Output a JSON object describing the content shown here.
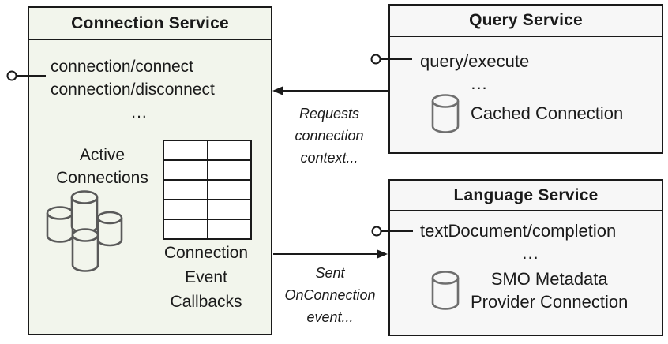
{
  "connection_service": {
    "title": "Connection Service",
    "method_1": "connection/connect",
    "method_2": "connection/disconnect",
    "ellipsis": "...",
    "active_label_line_1": "Active",
    "active_label_line_2": "Connections",
    "callbacks_line_1": "Connection",
    "callbacks_line_2": "Event",
    "callbacks_line_3": "Callbacks"
  },
  "query_service": {
    "title": "Query Service",
    "method_1": "query/execute",
    "ellipsis": "...",
    "cached_connection_label": "Cached Connection"
  },
  "language_service": {
    "title": "Language Service",
    "method_1": "textDocument/completion",
    "ellipsis": "...",
    "smo_line_1": "SMO Metadata",
    "smo_line_2": "Provider Connection"
  },
  "arrows": {
    "requests_label_line_1": "Requests",
    "requests_label_line_2": "connection",
    "requests_label_line_3": "context...",
    "sent_label_line_1": "Sent",
    "sent_label_line_2": "OnConnection",
    "sent_label_line_3": "event..."
  },
  "icons": {
    "connection_cluster": "connection-cylinders-icon",
    "database_cylinder": "database-cylinder-icon",
    "callbacks_table": "callbacks-table-icon",
    "interface_lollipop": "interface-lollipop-icon",
    "arrow": "arrow-connector-icon"
  },
  "colors": {
    "connection_service_fill": "#f2f5ec",
    "service_fill": "#f7f7f7",
    "border": "#1a1a1a",
    "cylinder_stroke": "#595959",
    "text": "#1a1a1a"
  }
}
